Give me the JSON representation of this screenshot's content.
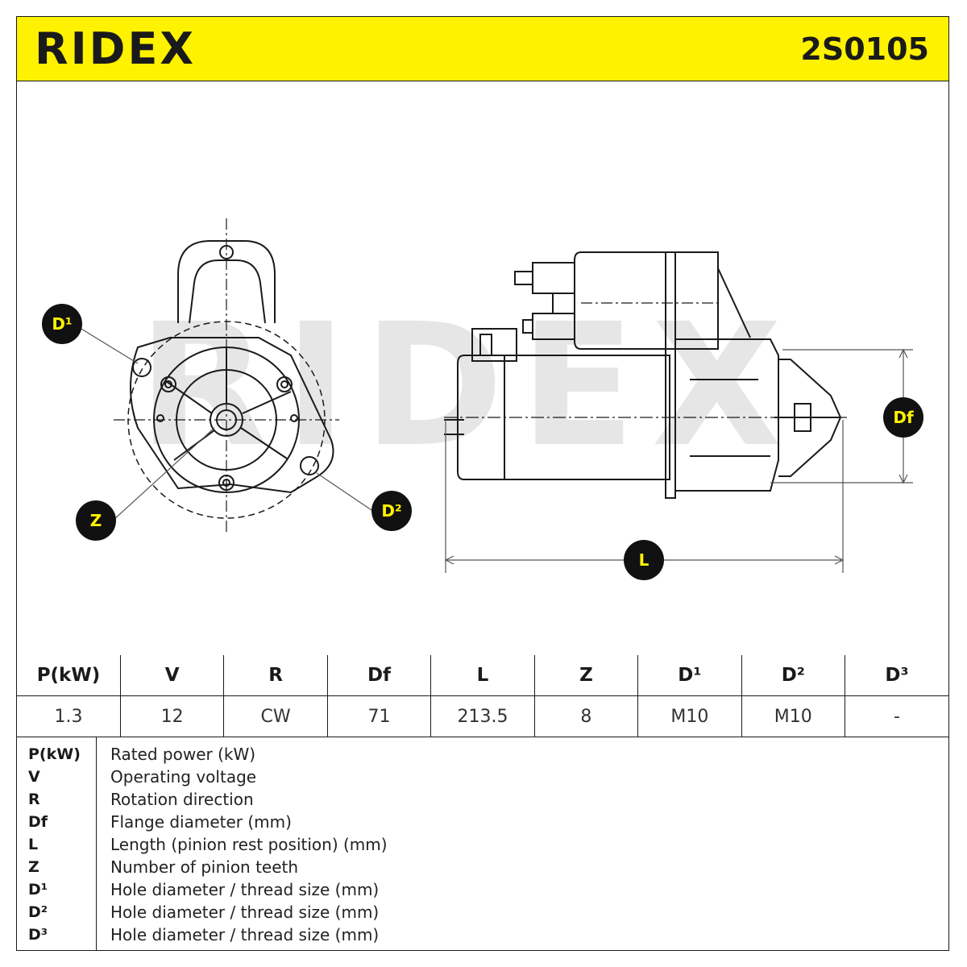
{
  "header": {
    "brand": "RIDEX",
    "part_number": "2S0105",
    "accent_color": "#fef200"
  },
  "drawing": {
    "watermark": "RIDEX",
    "markers": {
      "d1": "D¹",
      "d2": "D²",
      "z": "Z",
      "df": "Df",
      "l": "L"
    }
  },
  "specs": {
    "headers": [
      "P(kW)",
      "V",
      "R",
      "Df",
      "L",
      "Z",
      "D¹",
      "D²",
      "D³"
    ],
    "values": [
      "1.3",
      "12",
      "CW",
      "71",
      "213.5",
      "8",
      "M10",
      "M10",
      "-"
    ]
  },
  "legend": [
    {
      "key": "P(kW)",
      "desc": "Rated power (kW)"
    },
    {
      "key": "V",
      "desc": "Operating voltage"
    },
    {
      "key": "R",
      "desc": "Rotation direction"
    },
    {
      "key": "Df",
      "desc": "Flange diameter (mm)"
    },
    {
      "key": "L",
      "desc": "Length (pinion rest position) (mm)"
    },
    {
      "key": "Z",
      "desc": "Number of pinion teeth"
    },
    {
      "key": "D¹",
      "desc": "Hole diameter / thread size (mm)"
    },
    {
      "key": "D²",
      "desc": "Hole diameter / thread size (mm)"
    },
    {
      "key": "D³",
      "desc": "Hole diameter / thread size (mm)"
    }
  ]
}
